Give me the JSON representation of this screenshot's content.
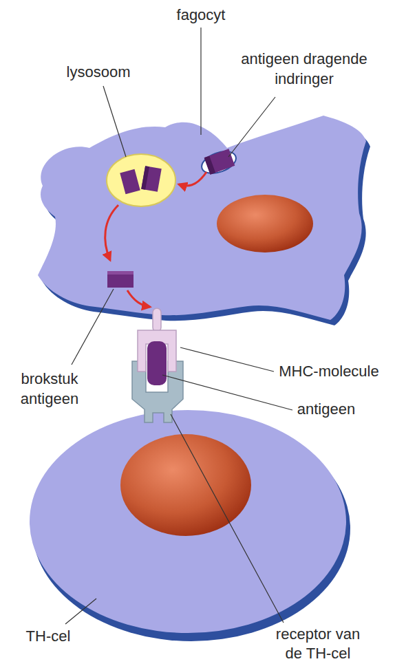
{
  "diagram": {
    "labels": [
      "fagocyt",
      "antigeen dragende indringer",
      "lysosoom",
      "brokstuk antigeen",
      "MHC-molecule",
      "antigeen",
      "TH-cel",
      "receptor van de TH-cel"
    ]
  }
}
